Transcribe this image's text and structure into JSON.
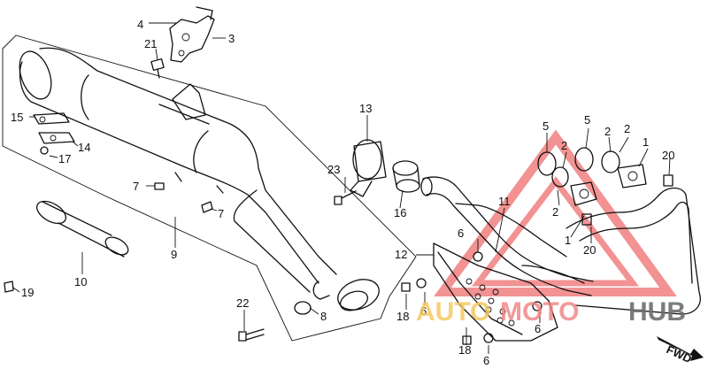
{
  "labels": {
    "p1a": "1",
    "p1b": "1",
    "p2a": "2",
    "p2b": "2",
    "p2c": "2",
    "p2d": "2",
    "p3": "3",
    "p4": "4",
    "p5a": "5",
    "p5b": "5",
    "p6a": "6",
    "p6b": "6",
    "p6c": "6",
    "p6d": "6",
    "p7a": "7",
    "p7b": "7",
    "p8": "8",
    "p9": "9",
    "p10": "10",
    "p11": "11",
    "p12": "12",
    "p13": "13",
    "p14": "14",
    "p15": "15",
    "p16": "16",
    "p17": "17",
    "p18a": "18",
    "p18b": "18",
    "p19": "19",
    "p20a": "20",
    "p20b": "20",
    "p21": "21",
    "p22": "22",
    "p23": "23"
  },
  "fwd": "FWD",
  "watermark": {
    "text_a": "AUTO",
    "text_b": "MOTO",
    "text_c": "HUB",
    "color_red": "#f08080",
    "color_yellow": "#f5c862",
    "color_gray": "#6e6e6e"
  }
}
